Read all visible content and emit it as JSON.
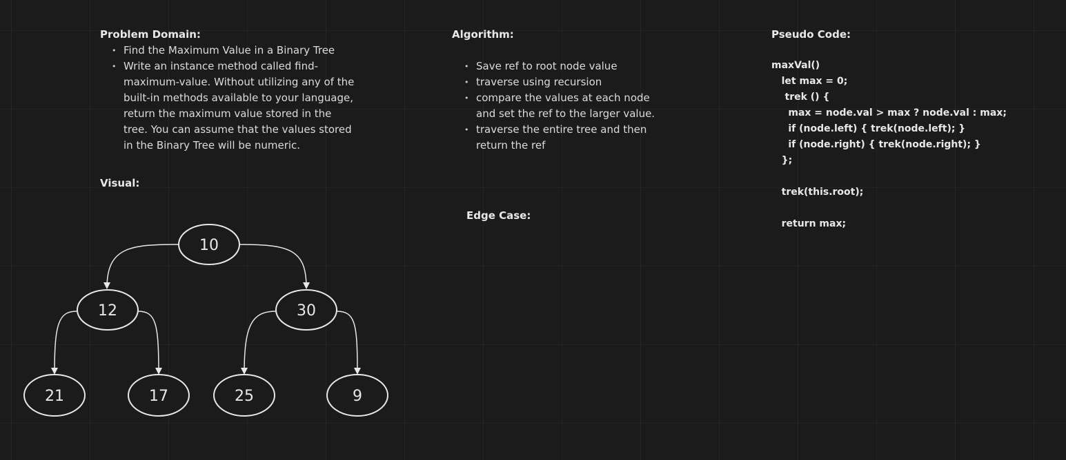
{
  "problem_domain": {
    "heading": "Problem Domain:",
    "items": [
      "Find the Maximum Value in a Binary Tree",
      "Write an instance method called find-maximum-value. Without utilizing any of the built-in methods available to your language, return the maximum value stored in the tree. You can assume that the values stored in the Binary Tree will be numeric."
    ]
  },
  "visual": {
    "heading": "Visual:",
    "nodes": [
      "10",
      "12",
      "30",
      "21",
      "17",
      "25",
      "9"
    ]
  },
  "algorithm": {
    "heading": "Algorithm:",
    "items": [
      "Save ref to root node value",
      "traverse using recursion",
      "compare the values at each node and set the ref to the larger value.",
      "traverse the entire tree and then return the ref"
    ]
  },
  "edge_case": {
    "heading": "Edge Case:"
  },
  "pseudo_code": {
    "heading": "Pseudo Code:",
    "lines": [
      "maxVal()",
      "   let max = 0;",
      "    trek () {",
      "     max = node.val > max ? node.val : max;",
      "     if (node.left) { trek(node.left); }",
      "     if (node.right) { trek(node.right); }",
      "   };",
      "",
      "   trek(this.root);",
      "",
      "   return max;"
    ]
  },
  "colors": {
    "background": "#1b1b1b",
    "stroke": "#e8e8e8",
    "text": "#dcdcdc"
  }
}
